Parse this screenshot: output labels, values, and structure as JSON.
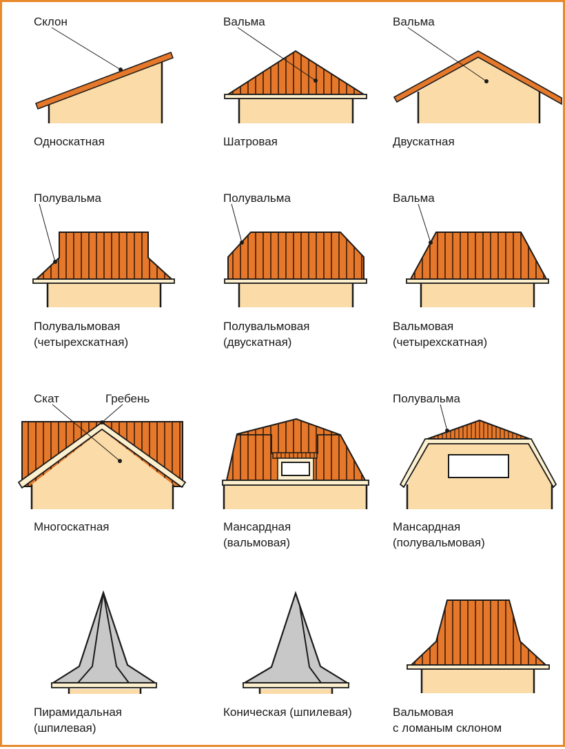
{
  "colors": {
    "border": "#e8892b",
    "roof": "#e5782a",
    "wall": "#fbdca8",
    "trim": "#fdf0cf",
    "metal": "#c8c8c8",
    "outline": "#1a1a1a"
  },
  "panels": [
    {
      "callouts": [
        "Склон"
      ],
      "caption": [
        "Односкатная"
      ]
    },
    {
      "callouts": [
        "Вальма"
      ],
      "caption": [
        "Шатровая"
      ]
    },
    {
      "callouts": [
        "Вальма"
      ],
      "caption": [
        "Двускатная"
      ]
    },
    {
      "callouts": [
        "Полувальма"
      ],
      "caption": [
        "Полувальмовая",
        "(четырехскатная)"
      ]
    },
    {
      "callouts": [
        "Полувальма"
      ],
      "caption": [
        "Полувальмовая",
        "(двускатная)"
      ]
    },
    {
      "callouts": [
        "Вальма"
      ],
      "caption": [
        "Вальмовая",
        "(четырехскатная)"
      ]
    },
    {
      "callouts": [
        "Скат",
        "Гребень"
      ],
      "caption": [
        "Многоскатная"
      ]
    },
    {
      "callouts": [],
      "caption": [
        "Мансардная",
        "(вальмовая)"
      ]
    },
    {
      "callouts": [
        "Полувальма"
      ],
      "caption": [
        "Мансардная",
        "(полувальмовая)"
      ]
    },
    {
      "callouts": [],
      "caption": [
        "Пирамидальная",
        "(шпилевая)"
      ]
    },
    {
      "callouts": [],
      "caption": [
        "Коническая (шпилевая)"
      ]
    },
    {
      "callouts": [],
      "caption": [
        "Вальмовая",
        "с ломаным склоном"
      ]
    }
  ]
}
